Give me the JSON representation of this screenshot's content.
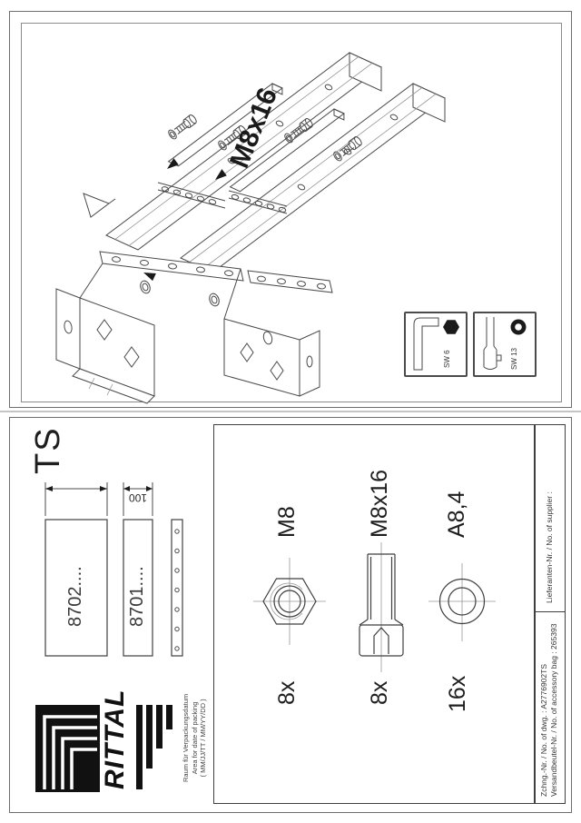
{
  "doc": {
    "series_label": "TS",
    "drawing_callout": "M8x16",
    "tools": [
      {
        "label": "SW 6",
        "icon": "allen-key"
      },
      {
        "label": "SW 13",
        "icon": "socket-wrench"
      }
    ],
    "rails": [
      {
        "part_no": "8702...."
      },
      {
        "part_no": "8701....",
        "dim_label": "100"
      },
      {
        "part_no": ""
      }
    ],
    "parts": [
      {
        "label": "M8",
        "qty": "8x",
        "type": "hex-nut"
      },
      {
        "label": "M8x16",
        "qty": "8x",
        "type": "socket-head-screw"
      },
      {
        "label": "A8,4",
        "qty": "16x",
        "type": "washer"
      }
    ],
    "logo_text": "RITTAL",
    "packing_note": {
      "line1": "Raum für Verpackungsdatum",
      "line2": "Area for date of packing",
      "line3": "( MM/JJ/TT / MM/YY/DD )"
    },
    "title_block": {
      "drawing_no": "Zchng.-Nr. / No. of dwg. : A2776902TS",
      "accessory_bag": "Versandbeutel-Nr. / No. of accessory bag : 265393",
      "supplier": "Lieferanten-Nr. / No. of supplier :"
    }
  }
}
